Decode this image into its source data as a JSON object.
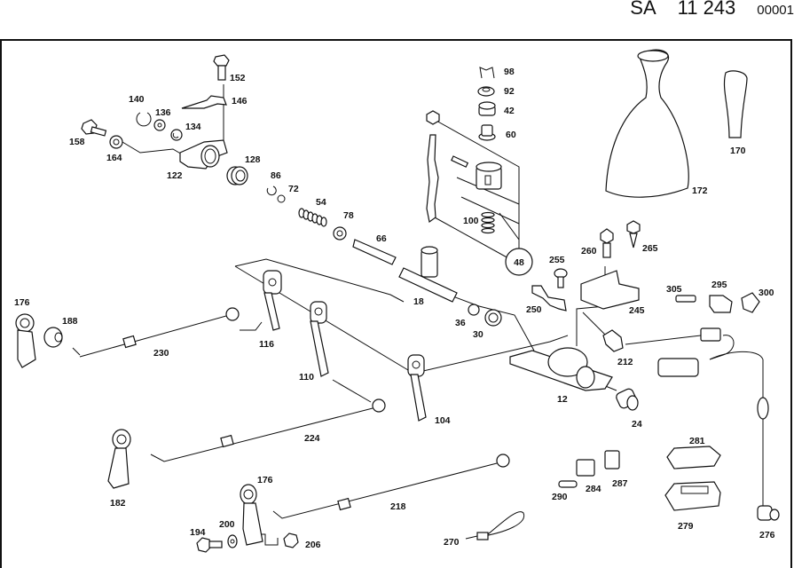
{
  "header": {
    "prefix": "SA",
    "group": "11 243",
    "sheet": "00001"
  },
  "diagram": {
    "type": "exploded-parts-diagram",
    "callout_circle": "48",
    "parts": [
      {
        "id": "p152",
        "label": "152",
        "icon": "hex-bolt-icon"
      },
      {
        "id": "p146",
        "label": "146",
        "icon": "spring-clip-icon"
      },
      {
        "id": "p140",
        "label": "140",
        "icon": "circlip-icon"
      },
      {
        "id": "p136",
        "label": "136",
        "icon": "washer-icon"
      },
      {
        "id": "p134",
        "label": "134",
        "icon": "clip-washer-icon"
      },
      {
        "id": "p158",
        "label": "158",
        "icon": "bolt-icon"
      },
      {
        "id": "p164",
        "label": "164",
        "icon": "bushing-icon"
      },
      {
        "id": "p122",
        "label": "122",
        "icon": "bracket-icon"
      },
      {
        "id": "p128",
        "label": "128",
        "icon": "rubber-bushing-icon"
      },
      {
        "id": "p86",
        "label": "86",
        "icon": "circlip-icon"
      },
      {
        "id": "p72",
        "label": "72",
        "icon": "ring-icon"
      },
      {
        "id": "p54",
        "label": "54",
        "icon": "spring-icon"
      },
      {
        "id": "p78",
        "label": "78",
        "icon": "washer-icon"
      },
      {
        "id": "p66",
        "label": "66",
        "icon": "pin-icon"
      },
      {
        "id": "p98",
        "label": "98",
        "icon": "clip-icon"
      },
      {
        "id": "p92",
        "label": "92",
        "icon": "washer-icon"
      },
      {
        "id": "p42",
        "label": "42",
        "icon": "bushing-icon"
      },
      {
        "id": "p60",
        "label": "60",
        "icon": "nut-icon"
      },
      {
        "id": "p100",
        "label": "100",
        "icon": "spring-icon"
      },
      {
        "id": "p18",
        "label": "18",
        "icon": "shaft-tee-icon"
      },
      {
        "id": "p36",
        "label": "36",
        "icon": "plug-icon"
      },
      {
        "id": "p30",
        "label": "30",
        "icon": "seal-ring-icon"
      },
      {
        "id": "p172",
        "label": "172",
        "icon": "shift-boot-icon"
      },
      {
        "id": "p170",
        "label": "170",
        "icon": "shift-knob-icon"
      },
      {
        "id": "p260",
        "label": "260",
        "icon": "hex-bolt-icon"
      },
      {
        "id": "p265",
        "label": "265",
        "icon": "screw-icon"
      },
      {
        "id": "p255",
        "label": "255",
        "icon": "screw-icon"
      },
      {
        "id": "p250",
        "label": "250",
        "icon": "bracket-plate-icon"
      },
      {
        "id": "p245",
        "label": "245",
        "icon": "cover-plate-icon"
      },
      {
        "id": "p305",
        "label": "305",
        "icon": "bulb-socket-icon"
      },
      {
        "id": "p295",
        "label": "295",
        "icon": "connector-icon"
      },
      {
        "id": "p300",
        "label": "300",
        "icon": "cap-icon"
      },
      {
        "id": "p212",
        "label": "212",
        "icon": "switch-icon"
      },
      {
        "id": "p12",
        "label": "12",
        "icon": "shift-housing-icon"
      },
      {
        "id": "p24",
        "label": "24",
        "icon": "bushing-icon"
      },
      {
        "id": "p176a",
        "label": "176",
        "icon": "lever-icon"
      },
      {
        "id": "p188",
        "label": "188",
        "icon": "rubber-bushing-icon"
      },
      {
        "id": "p230",
        "label": "230",
        "icon": "shift-rod-icon"
      },
      {
        "id": "p116",
        "label": "116",
        "icon": "lever-icon"
      },
      {
        "id": "p110",
        "label": "110",
        "icon": "lever-icon"
      },
      {
        "id": "p104",
        "label": "104",
        "icon": "lever-icon"
      },
      {
        "id": "p224",
        "label": "224",
        "icon": "shift-rod-icon"
      },
      {
        "id": "p182",
        "label": "182",
        "icon": "lever-icon"
      },
      {
        "id": "p176b",
        "label": "176",
        "icon": "lever-icon"
      },
      {
        "id": "p194",
        "label": "194",
        "icon": "hex-bolt-icon"
      },
      {
        "id": "p200",
        "label": "200",
        "icon": "washer-icon"
      },
      {
        "id": "p206",
        "label": "206",
        "icon": "nut-icon"
      },
      {
        "id": "p218",
        "label": "218",
        "icon": "shift-rod-icon"
      },
      {
        "id": "p270",
        "label": "270",
        "icon": "cable-tie-icon"
      },
      {
        "id": "p290",
        "label": "290",
        "icon": "bulb-icon"
      },
      {
        "id": "p284",
        "label": "284",
        "icon": "clip-icon"
      },
      {
        "id": "p287",
        "label": "287",
        "icon": "clip-icon"
      },
      {
        "id": "p281",
        "label": "281",
        "icon": "cover-icon"
      },
      {
        "id": "p279",
        "label": "279",
        "icon": "holder-icon"
      },
      {
        "id": "p276",
        "label": "276",
        "icon": "wiring-harness-icon"
      }
    ]
  }
}
